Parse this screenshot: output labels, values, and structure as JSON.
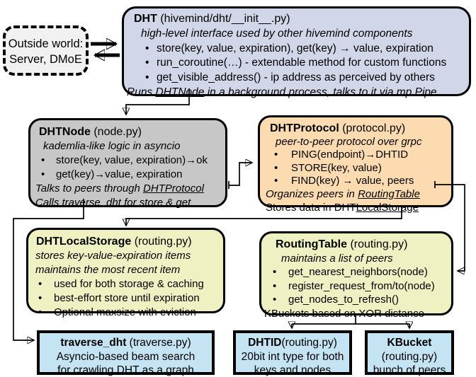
{
  "glyphs": {
    "bullet": "•"
  },
  "colors": {
    "dht_fill": "#d2d6e9",
    "node_fill": "#c7c7c7",
    "protocol_fill": "#fcdbb0",
    "storage_fill": "#f0f1c3",
    "leaf_fill": "#c4e3f3",
    "outside_fill": "#f1f1f1",
    "border": "#000000"
  },
  "outside_world": {
    "line1": "Outside world:",
    "line2": "Server, DMoE"
  },
  "boxes": {
    "dht": {
      "title": "DHT",
      "file": " (hivemind/dht/__init__.py)",
      "subtitle": "high-level interface used by other hivemind components",
      "bullets": [
        "store(key, value, expiration), get(key) → value, expiration",
        "run_coroutine(…) - extendable method for custom functions",
        "get_visible_address() - ip address as perceived by others"
      ],
      "footer_prefix": "Runs ",
      "footer_link": "DHTNode",
      "footer_suffix": " in a background process, talks to it via mp.Pipe"
    },
    "node": {
      "title": "DHTNode",
      "file": " (node.py)",
      "subtitle": "kademlia-like logic in asyncio",
      "bullets": [
        "store(key, value, expiration)→ok",
        "get(key)→value, expiration"
      ],
      "talks_prefix": "Talks to peers through ",
      "talks_link": "DHTProtocol",
      "calls_prefix": "Calls ",
      "calls_link": "traverse_dht",
      "calls_suffix": " for store & get"
    },
    "protocol": {
      "title": "DHTProtocol",
      "file": " (protocol.py)",
      "subtitle": "peer-to-peer protocol over grpc",
      "bullets": [
        "PING(endpoint)→DHTID",
        "STORE(key, value)",
        "FIND(key) → value, peers"
      ],
      "organizes_prefix": "Organizes peers in ",
      "organizes_link": "RoutingTable",
      "stores_prefix": "Stores data in DHT",
      "stores_link": "LocalStorage"
    },
    "storage": {
      "title": "DHTLocalStorage",
      "file": " (routing.py)",
      "subtitle1": "stores key-value-expiration items",
      "subtitle2": "maintains the most recent item",
      "bullets": [
        "used for both storage & caching",
        "best-effort store until expiration",
        "Optional maxsize with eviction"
      ]
    },
    "routing": {
      "title": "RoutingTable",
      "file": " (routing.py)",
      "subtitle": "maintains a list of peers",
      "bullets": [
        "get_nearest_neighbors(node)",
        "register_request_from/to(node)",
        "get_nodes_to_refresh()"
      ],
      "footer": "KBuckets based on XOR distance"
    },
    "traverse": {
      "title": "traverse_dht",
      "file": " (traverse.py)",
      "line1": "Asyncio-based beam search",
      "line2": "for crawling DHT as a graph"
    },
    "dhtid": {
      "title": "DHTID",
      "file": "(routing.py)",
      "line1": "20bit int type for both",
      "line2": "keys and nodes"
    },
    "kbucket": {
      "title": "KBucket",
      "file": "(routing.py)",
      "line1": "bunch of peers"
    }
  }
}
